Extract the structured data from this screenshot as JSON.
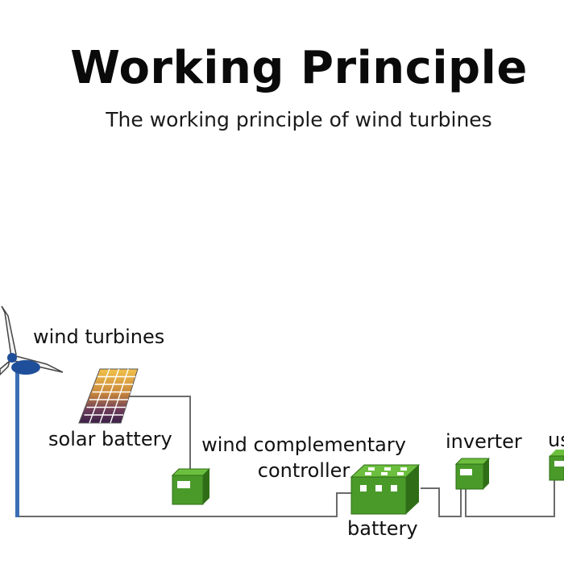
{
  "header": {
    "title": "Working Principle",
    "subtitle": "The working principle of wind turbines"
  },
  "components": {
    "wind_turbine_label": "wind turbines",
    "solar_label": "solar battery",
    "controller_label_line1": "wind complementary",
    "controller_label_line2": "controller",
    "inverter_label": "inverter",
    "battery_label": "battery",
    "user_label": "us"
  },
  "colors": {
    "device_green": "#4a9a2a",
    "device_green_dark": "#2f6e17",
    "wire": "#6b6b6b",
    "turbine_hub": "#1f4f9a",
    "turbine_pole": "#3a6fb5"
  },
  "icons": [
    "wind-turbine-icon",
    "solar-panel-icon",
    "controller-box-icon",
    "battery-box-icon",
    "inverter-box-icon",
    "user-box-icon"
  ]
}
